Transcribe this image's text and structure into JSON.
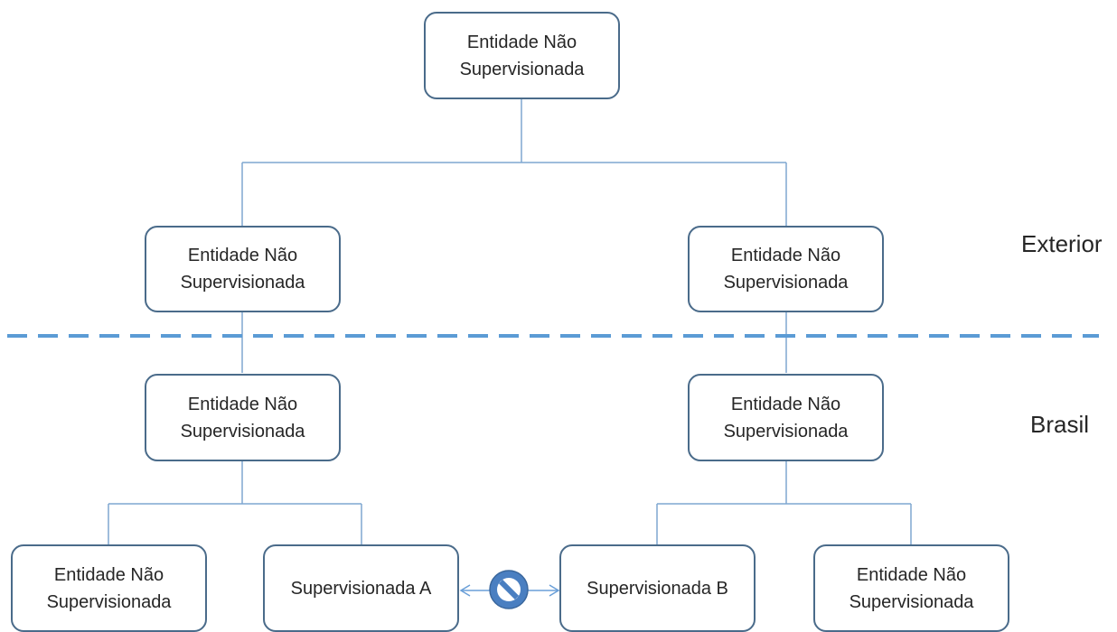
{
  "nodes": {
    "top": {
      "line1": "Entidade Não",
      "line2": "Supervisionada"
    },
    "ext_left": {
      "line1": "Entidade Não",
      "line2": "Supervisionada"
    },
    "ext_right": {
      "line1": "Entidade Não",
      "line2": "Supervisionada"
    },
    "br_left": {
      "line1": "Entidade Não",
      "line2": "Supervisionada"
    },
    "br_right": {
      "line1": "Entidade Não",
      "line2": "Supervisionada"
    },
    "leaf_1": {
      "line1": "Entidade Não",
      "line2": "Supervisionada"
    },
    "leaf_2": {
      "label": "Supervisionada A"
    },
    "leaf_3": {
      "label": "Supervisionada B"
    },
    "leaf_4": {
      "line1": "Entidade Não",
      "line2": "Supervisionada"
    }
  },
  "regions": {
    "exterior": "Exterior",
    "brasil": "Brasil"
  },
  "colors": {
    "connector": "#7fa7d1",
    "box_border": "#4a6b8a",
    "boundary": "#5b9bd5",
    "prohibited_icon": "#4a7fc1"
  },
  "icons": {
    "relation": "prohibited-icon"
  }
}
